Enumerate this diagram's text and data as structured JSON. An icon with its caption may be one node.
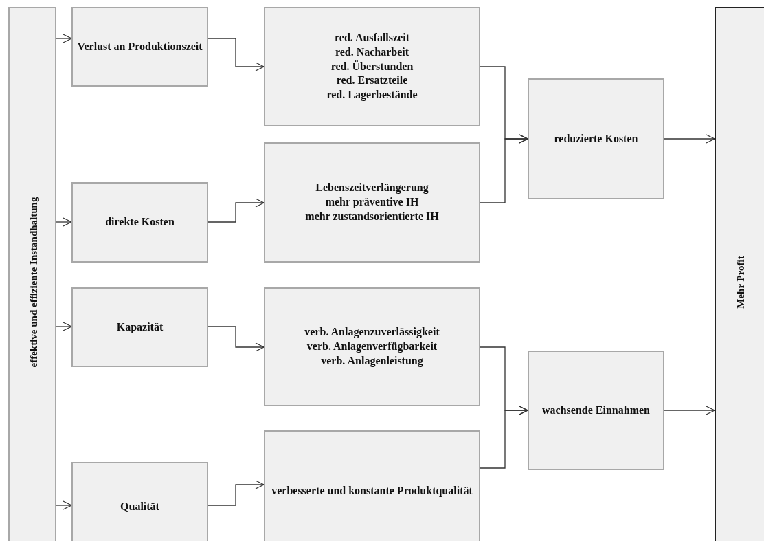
{
  "diagram": {
    "nodes": [
      {
        "text": [
          "effektive und effiziente Instandhaltung"
        ]
      },
      {
        "text": [
          "Verlust an Produktionszeit"
        ]
      },
      {
        "text": [
          "red. Ausfallszeit",
          "red. Nacharbeit",
          "red. Überstunden",
          "red. Ersatzteile",
          "red. Lagerbestände"
        ]
      },
      {
        "text": [
          "reduzierte Kosten"
        ]
      },
      {
        "text": [
          "direkte Kosten"
        ]
      },
      {
        "text": [
          "Lebenszeitverlängerung",
          "mehr präventive IH",
          "mehr zustandsorientierte IH"
        ]
      },
      {
        "text": [
          "Kapazität"
        ]
      },
      {
        "text": [
          "verb. Anlagenzuverlässigkeit",
          "verb. Anlagenverfügbarkeit",
          "verb. Anlagenleistung"
        ]
      },
      {
        "text": [
          "wachsende Einnahmen"
        ]
      },
      {
        "text": [
          "Qualität"
        ]
      },
      {
        "text": [
          "verbesserte und konstante Produktqualität"
        ]
      },
      {
        "text": [
          "Mehr Profit"
        ]
      }
    ],
    "edges": [
      {
        "from": 0,
        "to": 1,
        "arrow": "to"
      },
      {
        "from": 1,
        "to": 2,
        "arrow": "to"
      },
      {
        "from": 0,
        "to": 4,
        "arrow": "to"
      },
      {
        "from": 4,
        "to": 5,
        "arrow": "to"
      },
      {
        "from": 0,
        "to": 6,
        "arrow": "to"
      },
      {
        "from": 6,
        "to": 7,
        "arrow": "to"
      },
      {
        "from": 0,
        "to": 9,
        "arrow": "to"
      },
      {
        "from": 9,
        "to": 10,
        "arrow": "to"
      },
      {
        "from": 2,
        "to": 3,
        "arrow": "to"
      },
      {
        "from": 5,
        "to": 3,
        "arrow": "to"
      },
      {
        "from": 7,
        "to": 8,
        "arrow": "to"
      },
      {
        "from": 10,
        "to": 8,
        "arrow": "to"
      },
      {
        "from": 3,
        "to": 11,
        "arrow": "to"
      },
      {
        "from": 8,
        "to": 11,
        "arrow": "to"
      }
    ]
  }
}
